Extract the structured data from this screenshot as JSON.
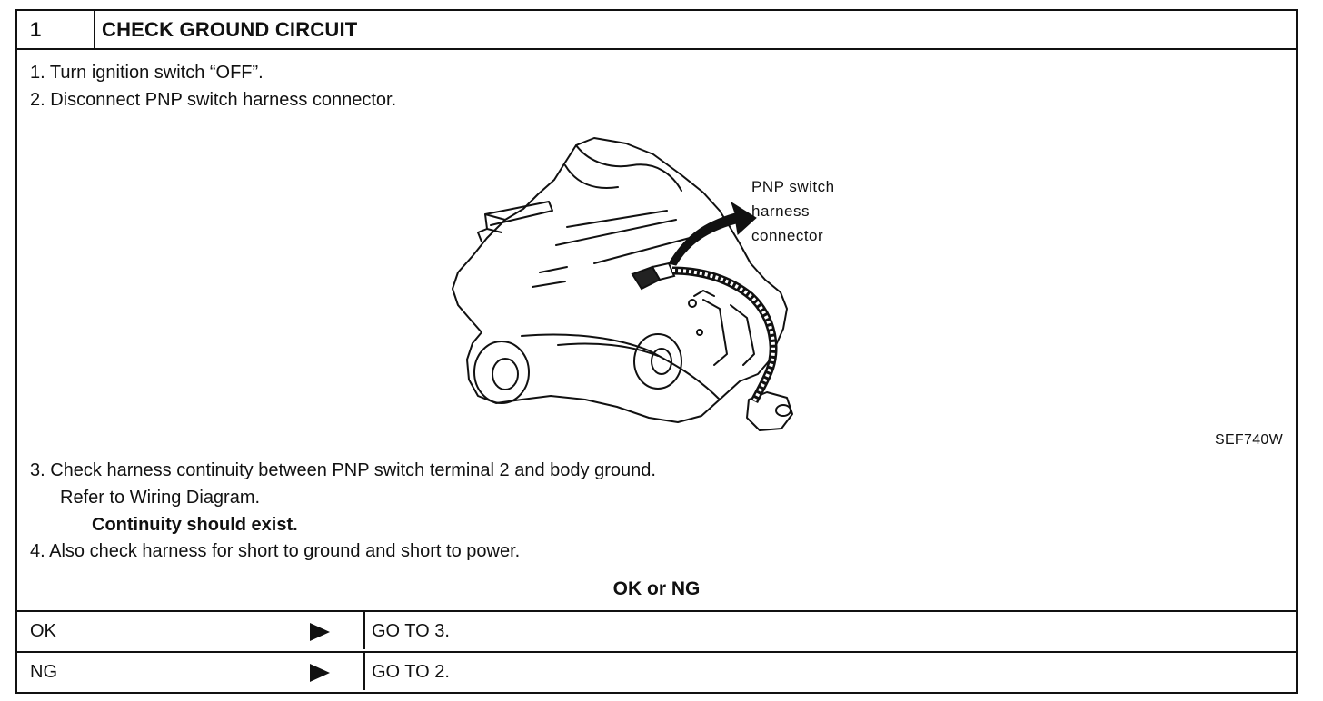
{
  "header": {
    "step_number": "1",
    "title": "CHECK GROUND CIRCUIT"
  },
  "steps_before": [
    "1. Turn ignition switch “OFF”.",
    "2. Disconnect PNP switch harness connector."
  ],
  "figure": {
    "callout_lines": [
      "PNP switch",
      "harness",
      "connector"
    ],
    "code": "SEF740W"
  },
  "steps_after": {
    "step3_line1": "3. Check harness continuity between PNP switch terminal 2 and body ground.",
    "step3_line2": "Refer to Wiring Diagram.",
    "spec": "Continuity should exist.",
    "step4": "4. Also check harness for short to ground and short to power."
  },
  "decision": {
    "title": "OK or NG",
    "rows": [
      {
        "label": "OK",
        "action": "GO TO 3."
      },
      {
        "label": "NG",
        "action": "GO TO 2."
      }
    ]
  }
}
